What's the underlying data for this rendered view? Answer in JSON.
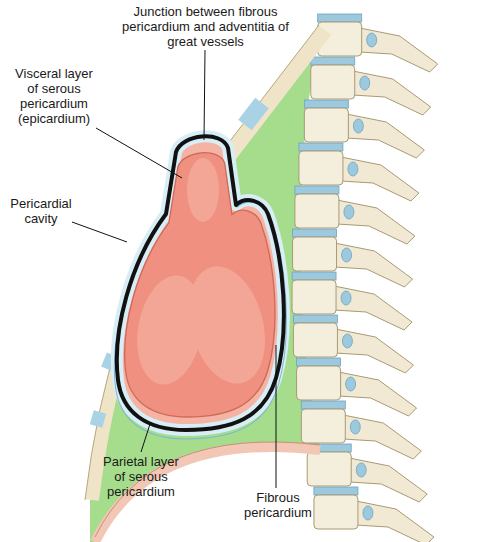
{
  "diagram": {
    "labels": [
      "Junction between fibrous pericardium and adventitia of great vessels",
      "Visceral layer of serous pericardium (epicardium)",
      "Pericardial cavity",
      "Parietal layer of serous pericardium",
      "Fibrous pericardium"
    ]
  }
}
